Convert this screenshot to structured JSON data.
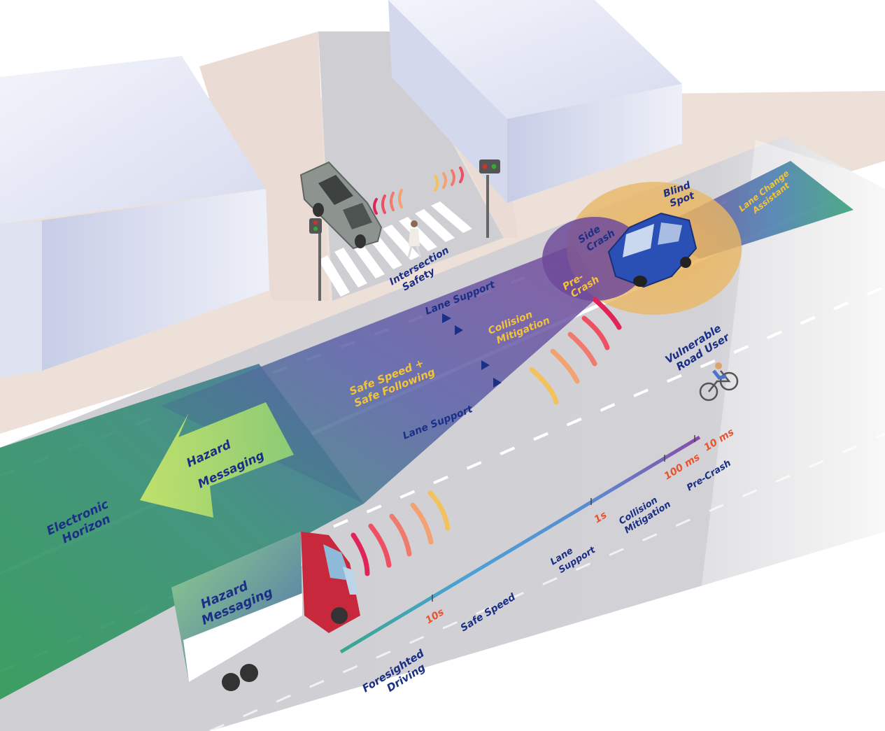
{
  "labels": {
    "intersection_safety": [
      "Intersection",
      "Safety"
    ],
    "lane_support_top": "Lane Support",
    "lane_support_bottom": "Lane Support",
    "collision_mitigation": [
      "Collision",
      "Mitigation"
    ],
    "pre_crash": [
      "Pre-",
      "Crash"
    ],
    "side_crash": [
      "Side",
      "Crash"
    ],
    "blind_spot": [
      "Blind",
      "Spot"
    ],
    "lane_change_assistant": [
      "Lane Change",
      "Assistant"
    ],
    "vulnerable_road_user": [
      "Vulnerable",
      "Road User"
    ],
    "safe_speed_following": [
      "Safe Speed +",
      "Safe Following"
    ],
    "hazard_messaging_arrow": [
      "Hazard",
      "Messaging"
    ],
    "hazard_messaging_truck": [
      "Hazard",
      "Messaging"
    ],
    "electronic_horizon": [
      "Electronic",
      "Horizon"
    ]
  },
  "timeline": {
    "marks": [
      {
        "time": "10s",
        "name": "Safe Speed"
      },
      {
        "time": "1s",
        "name": "Collision Mitigation"
      },
      {
        "time": "100 ms",
        "name": "Pre-Crash"
      },
      {
        "time": "10 ms",
        "name": ""
      }
    ],
    "lane_support": [
      "Lane",
      "Support"
    ],
    "collision_mitigation": [
      "Collision",
      "Mitigation"
    ],
    "foresighted_driving": [
      "Foresighted",
      "Driving"
    ],
    "ticks": {
      "t10s": "10s",
      "t1s": "1s",
      "t100ms": "100 ms",
      "t10ms": "10 ms"
    },
    "captions": {
      "safe_speed": "Safe Speed",
      "pre_crash": "Pre-Crash"
    }
  },
  "colors": {
    "road": "#c9c9cc",
    "sidewalk": "#eadbd3",
    "building_side": "#dfe3f2",
    "label_blue": "#1b2f86",
    "label_yellow": "#f3c33c",
    "timeline_red": "#e8542d"
  }
}
